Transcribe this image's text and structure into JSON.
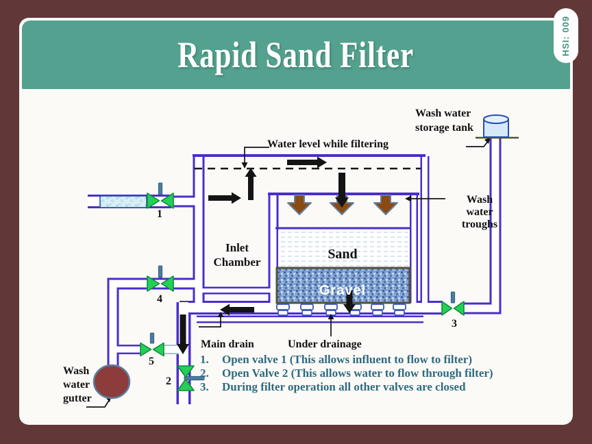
{
  "slide": {
    "title": "Rapid Sand Filter",
    "badge": "HSI: 009"
  },
  "labels": {
    "wash_tank": [
      "Wash water",
      "storage tank"
    ],
    "water_level": "Water level while filtering",
    "troughs": [
      "Wash",
      "water",
      "troughs"
    ],
    "inlet_chamber": [
      "Inlet",
      "Chamber"
    ],
    "sand": "Sand",
    "gravel": "Gravel",
    "main_drain": "Main drain",
    "under_drainage": "Under drainage",
    "gutter": [
      "Wash",
      "water",
      "gutter"
    ],
    "valve_numbers": {
      "v1": "1",
      "v2": "2",
      "v3": "3",
      "v4": "4",
      "v5": "5"
    }
  },
  "instructions": {
    "items": [
      {
        "num": "1.",
        "text": "Open valve 1 (This allows influent to flow to filter)"
      },
      {
        "num": "2.",
        "text": "Open Valve 2 (This allows water to flow through filter)"
      },
      {
        "num": "3.",
        "text": "During filter operation all other valves are closed"
      }
    ]
  },
  "colors": {
    "background_maroon": "#613737",
    "band_teal": "#53a18e",
    "badge_text_teal": "#3f9181",
    "pipe_purple": "#4a2ecb",
    "valve_green": "#24cf57",
    "valve_stem_slate": "#4d7c9e",
    "trough_arrow_brown": "#8a4a12",
    "gutter_maroon": "#8d3c3c",
    "gravel_blue": "#7da1d4",
    "instructions_teal": "#2e6a80"
  }
}
